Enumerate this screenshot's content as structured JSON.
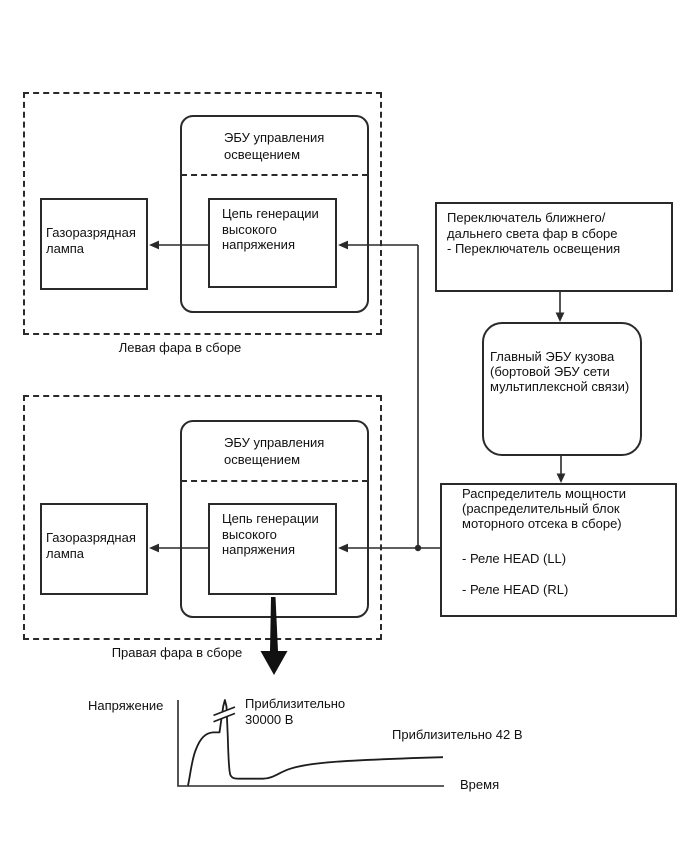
{
  "colors": {
    "diagram_line": "#2a2a2a",
    "text": "#111111",
    "background": "#ffffff"
  },
  "left_assembly": {
    "label": "Левая фара в сборе",
    "ecu_title_lines": [
      "ЭБУ управления",
      "освещением"
    ],
    "circuit_lines": [
      "Цепь генерации",
      "высокого",
      "напряжения"
    ],
    "lamp_lines": [
      "Газоразрядная",
      "лампа"
    ]
  },
  "right_assembly": {
    "label": "Правая фара в сборе",
    "ecu_title_lines": [
      "ЭБУ управления",
      "освещением"
    ],
    "circuit_lines": [
      "Цепь генерации",
      "высокого",
      "напряжения"
    ],
    "lamp_lines": [
      "Газоразрядная",
      "лампа"
    ]
  },
  "switch_box": {
    "lines": [
      "Переключатель ближнего/",
      "дальнего света фар в сборе",
      "- Переключатель освещения"
    ]
  },
  "main_body_ecu": {
    "lines": [
      "Главный ЭБУ кузова",
      "(бортовой ЭБУ сети",
      "мультиплексной связи)"
    ]
  },
  "power_distributor": {
    "lines": [
      "Распределитель мощности",
      "(распределительный блок",
      "моторного отсека в сборе)"
    ],
    "relay_1": "- Реле HEAD (LL)",
    "relay_2": "- Реле HEAD (RL)"
  },
  "graph": {
    "ylabel": "Напряжение",
    "xlabel": "Время",
    "peak_label_lines": [
      "Приблизительно",
      "30000 В"
    ],
    "steady_label": "Приблизительно 42 В"
  }
}
